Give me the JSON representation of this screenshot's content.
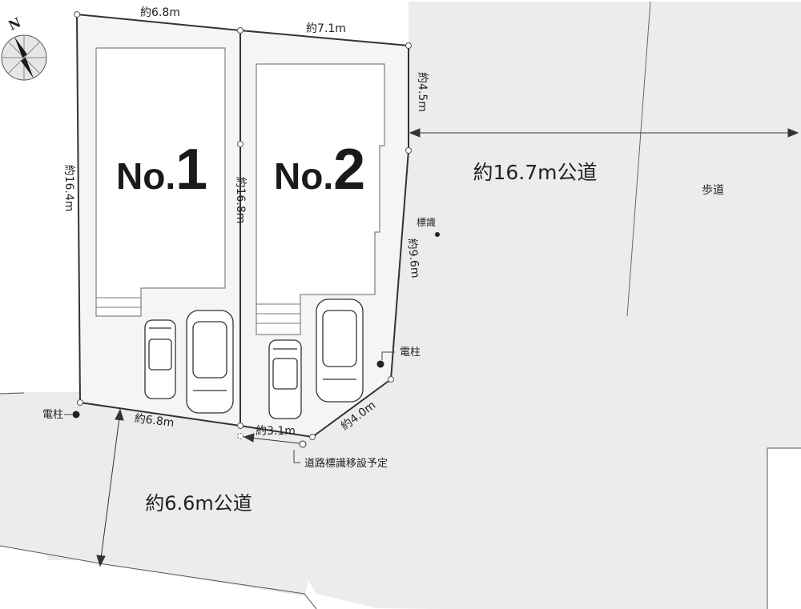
{
  "compass": {
    "north_label": "N",
    "icon": "north-arrow-icon"
  },
  "lots": [
    {
      "id": "no1",
      "label": "No.",
      "number": "1"
    },
    {
      "id": "no2",
      "label": "No.",
      "number": "2"
    }
  ],
  "dimensions": {
    "lot1_top": "約6.8m",
    "lot2_top": "約7.1m",
    "east_upper": "約4.5m",
    "lot1_west": "約16.4m",
    "shared_boundary": "約16.8m",
    "east_lower": "約9.6m",
    "corner_diagonal": "約4.0m",
    "lot2_south": "約3.1m",
    "lot1_south": "約6.8m"
  },
  "roads": {
    "east_road": "約16.7m公道",
    "south_road": "約6.6m公道",
    "sidewalk": "歩道"
  },
  "annotations": {
    "sign": "標識",
    "pole_east": "電柱",
    "pole_west": "電柱",
    "sign_relocation": "道路標識移設予定"
  }
}
